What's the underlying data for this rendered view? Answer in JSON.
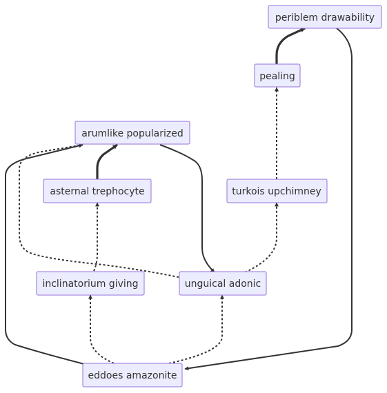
{
  "diagram": {
    "colors": {
      "node_fill": "#ececff",
      "node_stroke": "#9370db",
      "edge": "#333333",
      "text": "#333333"
    },
    "nodes": {
      "periblem": {
        "label": "periblem drawability"
      },
      "pealing": {
        "label": "pealing"
      },
      "arumlike": {
        "label": "arumlike popularized"
      },
      "asternal": {
        "label": "asternal trephocyte"
      },
      "turkois": {
        "label": "turkois upchimney"
      },
      "inclinatorium": {
        "label": "inclinatorium giving"
      },
      "unguical": {
        "label": "unguical adonic"
      },
      "eddoes": {
        "label": "eddoes amazonite"
      }
    },
    "edges": [
      {
        "from": "pealing",
        "to": "periblem",
        "style": "thick"
      },
      {
        "from": "periblem",
        "to": "eddoes",
        "style": "solid"
      },
      {
        "from": "turkois",
        "to": "pealing",
        "style": "dotted"
      },
      {
        "from": "unguical",
        "to": "turkois",
        "style": "dotted"
      },
      {
        "from": "arumlike",
        "to": "unguical",
        "style": "solid"
      },
      {
        "from": "asternal",
        "to": "arumlike",
        "style": "thick"
      },
      {
        "from": "unguical",
        "to": "arumlike",
        "style": "dotted"
      },
      {
        "from": "eddoes",
        "to": "arumlike",
        "style": "solid"
      },
      {
        "from": "inclinatorium",
        "to": "asternal",
        "style": "dotted"
      },
      {
        "from": "eddoes",
        "to": "inclinatorium",
        "style": "dotted"
      },
      {
        "from": "eddoes",
        "to": "unguical",
        "style": "dotted"
      }
    ]
  }
}
